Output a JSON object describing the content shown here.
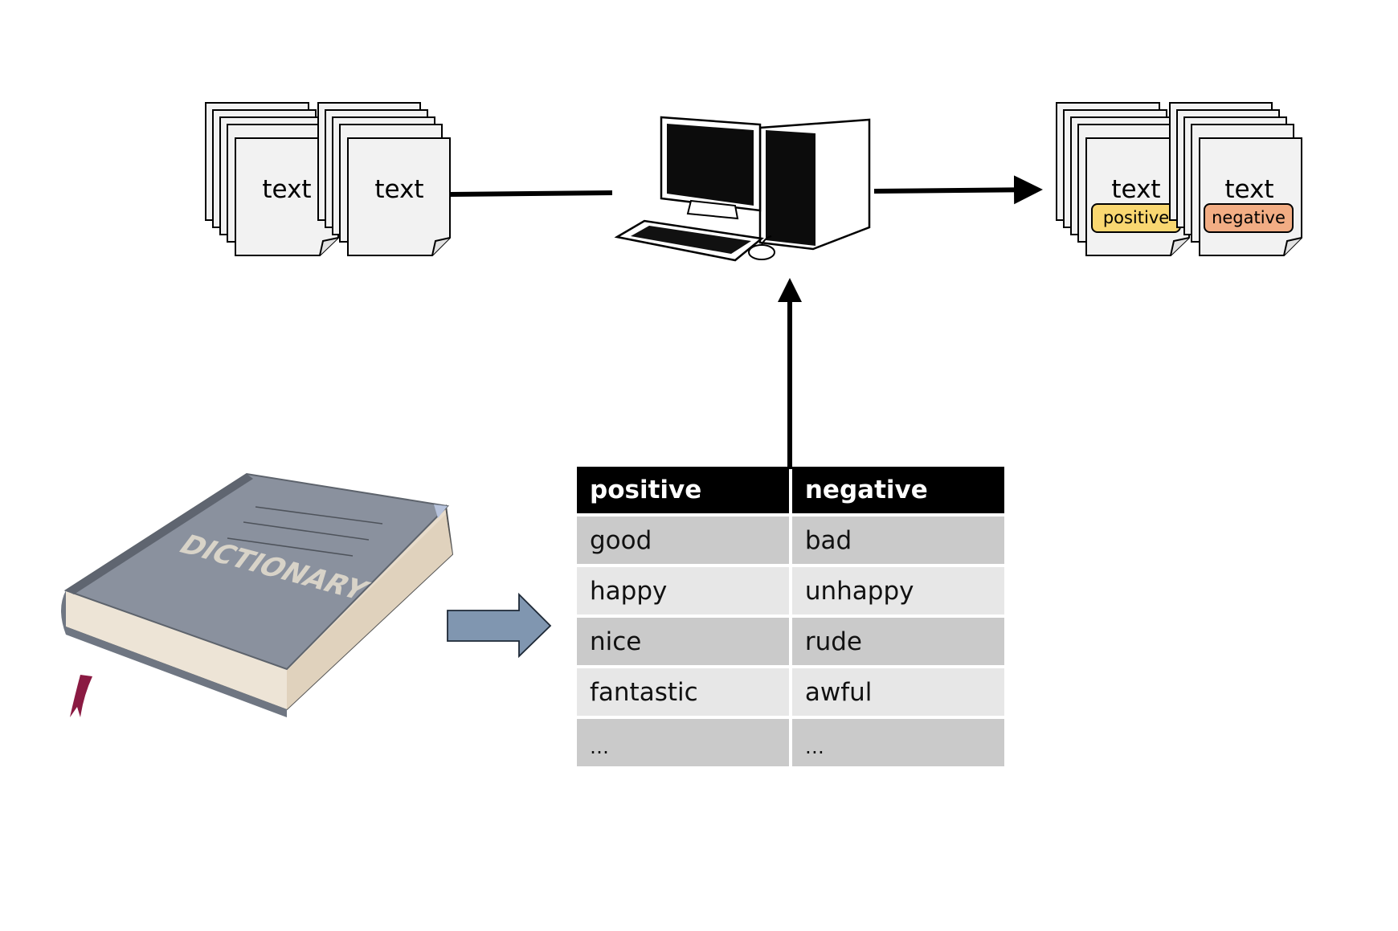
{
  "input_docs": [
    {
      "text": "text"
    },
    {
      "text": "text"
    }
  ],
  "output_docs": [
    {
      "text": "text",
      "label": "positive",
      "label_color": "#f9d771"
    },
    {
      "text": "text",
      "label": "negative",
      "label_color": "#f2ad84"
    }
  ],
  "dictionary": {
    "cover_text": "DICTIONARY"
  },
  "lexicon_table": {
    "headers": [
      "positive",
      "negative"
    ],
    "rows": [
      [
        "good",
        "bad"
      ],
      [
        "happy",
        "unhappy"
      ],
      [
        "nice",
        "rude"
      ],
      [
        "fantastic",
        "awful"
      ],
      [
        "…",
        "…"
      ]
    ]
  },
  "colors": {
    "block_arrow": "#8096b0",
    "book_cover": "#8a919e",
    "header_bg": "#000000",
    "row_dark": "#cacaca",
    "row_light": "#e7e7e7"
  }
}
